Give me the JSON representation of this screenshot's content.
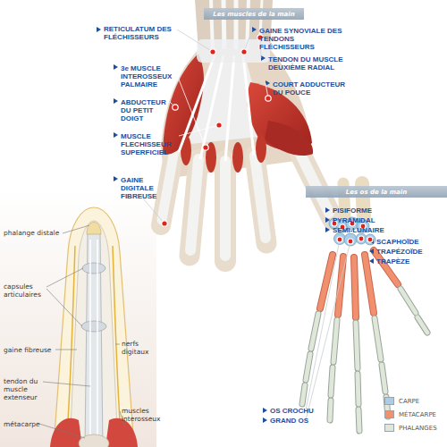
{
  "diagram": {
    "nodes": [
      {
        "text": [
          "Les muscles de la main"
        ]
      },
      {
        "text": [
          "Les os de la main"
        ]
      }
    ],
    "labels": [
      "RETICULATUM DES FLÉCHISSEURS",
      "GAINE SYNOVIALE DES TENDONS FLÉCHISSEURS",
      "TENDON DU MUSCLE DEUXIÈME RADIAL",
      "3e MUSCLE INTEROSSEUX PALMAIRE",
      "COURT ADDUCTEUR DU POUCE",
      "ABDUCTEUR DU PETIT DOIGT",
      "MUSCLE FLECHISSEUR SUPERFICIEL",
      "GAINE DIGITALE FIBREUSE",
      "PISIFORME",
      "PYRAMIDAL",
      "SEMI-LUNAIRE",
      "SCAPHOÏDE",
      "TRAPÉZOÏDE",
      "TRAPÈZE",
      "phalange distale",
      "capsules articulaires",
      "nerfs digitaux",
      "gaine fibreuse",
      "tendon du muscle extenseur",
      "muscles interosseux",
      "métacarpe",
      "OS CROCHU",
      "GRAND OS"
    ],
    "legend": [
      {
        "text": "CARPE",
        "color": "#a9cde6"
      },
      {
        "text": "MÉTACARPE",
        "color": "#f0906e"
      },
      {
        "text": "PHALANGES",
        "color": "#dfe7d9"
      }
    ]
  }
}
